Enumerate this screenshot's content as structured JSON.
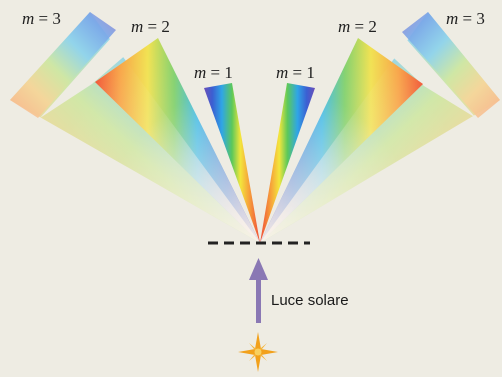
{
  "diagram": {
    "order_symbol": "m",
    "order_equals": " = ",
    "orders": {
      "left_3": "3",
      "left_2": "2",
      "left_1": "1",
      "right_1": "1",
      "right_2": "2",
      "right_3": "3"
    },
    "light_label": "Luce solare",
    "colors": {
      "background": "#eeece3",
      "arrow": "#8a78b4",
      "sun": "#f2a11c",
      "grating": "#222222"
    }
  }
}
